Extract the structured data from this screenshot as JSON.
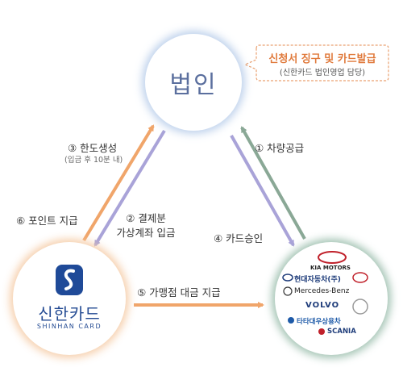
{
  "nodes": {
    "corporation": {
      "label": "법인"
    },
    "card_company": {
      "name": "신한카드",
      "name_en": "SHINHAN CARD"
    },
    "makers": {
      "brands": [
        "KIA MOTORS",
        "현대자동차(주)",
        "Mercedes-Benz",
        "VOLVO",
        "타타대우상용차",
        "SCANIA"
      ]
    }
  },
  "callout": {
    "title": "신청서 징구 및 카드발급",
    "subtitle": "(신한카드 법인영업 담당)"
  },
  "edges": {
    "e1": "① 차량공급",
    "e2": {
      "line1": "② 결제분",
      "line2": "가상계좌 입금"
    },
    "e3": {
      "label": "③ 한도생성",
      "note": "(입금 후 10분 내)"
    },
    "e4": "④ 카드승인",
    "e5": "⑤ 가맹점 대금 지급",
    "e6": "⑥ 포인트 지급"
  },
  "colors": {
    "orange": "#f0a56a",
    "purple": "#a9a3d8",
    "green": "#8aa896",
    "callout": "#e07a3c"
  }
}
